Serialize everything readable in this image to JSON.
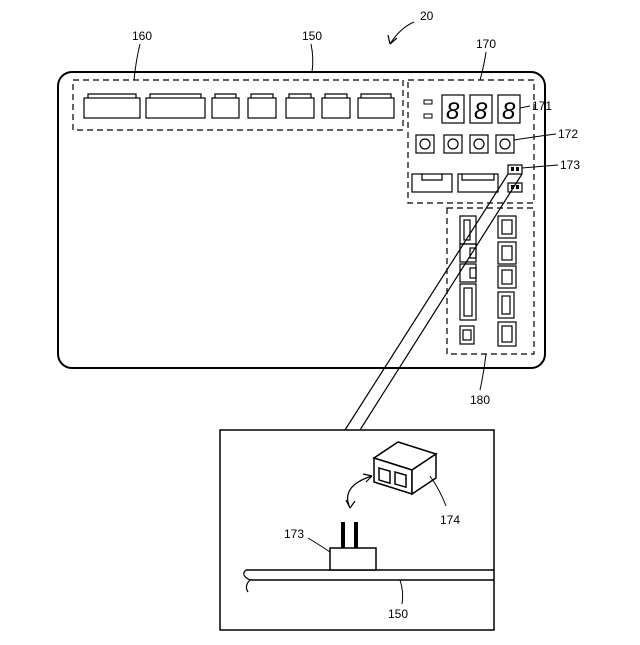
{
  "figure_labels": {
    "device": "20",
    "board": "150",
    "connector_group": "160",
    "control_group": "170",
    "display": "171",
    "switches": "172",
    "terminal": "173",
    "cap": "174",
    "connector_group_right": "180",
    "detail_terminal": "173",
    "detail_cap": "174",
    "detail_board": "150"
  },
  "display": {
    "digits": [
      "8",
      "8",
      "8"
    ]
  },
  "colors": {
    "stroke": "#000000",
    "background": "#ffffff"
  }
}
